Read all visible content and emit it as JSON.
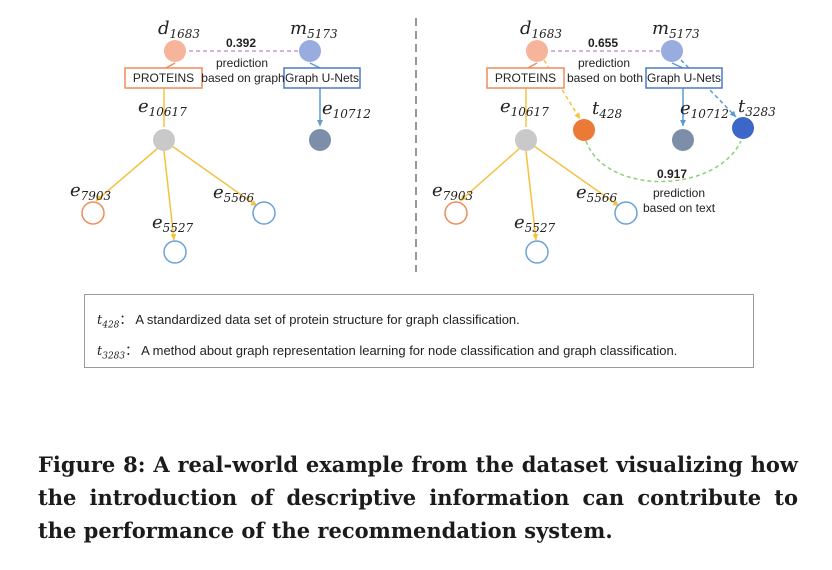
{
  "panels": [
    {
      "id": "left",
      "nodes": {
        "d": {
          "base": "d",
          "sub": "1683"
        },
        "m": {
          "base": "m",
          "sub": "5173"
        },
        "e10617": {
          "base": "e",
          "sub": "10617"
        },
        "e10712": {
          "base": "e",
          "sub": "10712"
        },
        "e7903": {
          "base": "e",
          "sub": "7903"
        },
        "e5566": {
          "base": "e",
          "sub": "5566"
        },
        "e5527": {
          "base": "e",
          "sub": "5527"
        }
      },
      "score": "0.392",
      "prediction_line1": "prediction",
      "prediction_line2": "based on graph",
      "box_left": "PROTEINS",
      "box_right": "Graph U-Nets"
    },
    {
      "id": "right",
      "nodes": {
        "d": {
          "base": "d",
          "sub": "1683"
        },
        "m": {
          "base": "m",
          "sub": "5173"
        },
        "e10617": {
          "base": "e",
          "sub": "10617"
        },
        "e10712": {
          "base": "e",
          "sub": "10712"
        },
        "t428": {
          "base": "t",
          "sub": "428"
        },
        "t3283": {
          "base": "t",
          "sub": "3283"
        },
        "e7903": {
          "base": "e",
          "sub": "7903"
        },
        "e5566": {
          "base": "e",
          "sub": "5566"
        },
        "e5527": {
          "base": "e",
          "sub": "5527"
        }
      },
      "score": "0.655",
      "prediction_line1": "prediction",
      "prediction_line2": "based on both",
      "box_left": "PROTEINS",
      "box_right": "Graph U-Nets",
      "text_score": "0.917",
      "text_prediction_line1": "prediction",
      "text_prediction_line2": "based on text"
    }
  ],
  "legend": [
    {
      "base": "t",
      "sub": "428",
      "sep": "：",
      "text": "A standardized data set of protein structure for graph classification."
    },
    {
      "base": "t",
      "sub": "3283",
      "sep": "：",
      "text": "A method about graph representation learning for node classification and graph classification."
    }
  ],
  "caption": "Figure 8: A real-world example from the dataset visualizing how the introduction of descriptive information can contribute to the performance of the recommendation system.",
  "colors": {
    "d_node": "#f7b49a",
    "m_node": "#98ace0",
    "entity_grey": "#c9c9c9",
    "m_entity": "#7c8ea8",
    "t428_node": "#ec7a37",
    "t3283_node": "#3c66c8",
    "orange_outline": "#ee8c5c",
    "blue_outline": "#6aa2d8",
    "edge_yellow": "#f5c240",
    "edge_blue": "#5b9bd5",
    "dashed_purple": "#c49bd4",
    "dashed_green": "#8fd07a",
    "box_orange": "#ee8c5c",
    "box_blue": "#4c78c8"
  }
}
